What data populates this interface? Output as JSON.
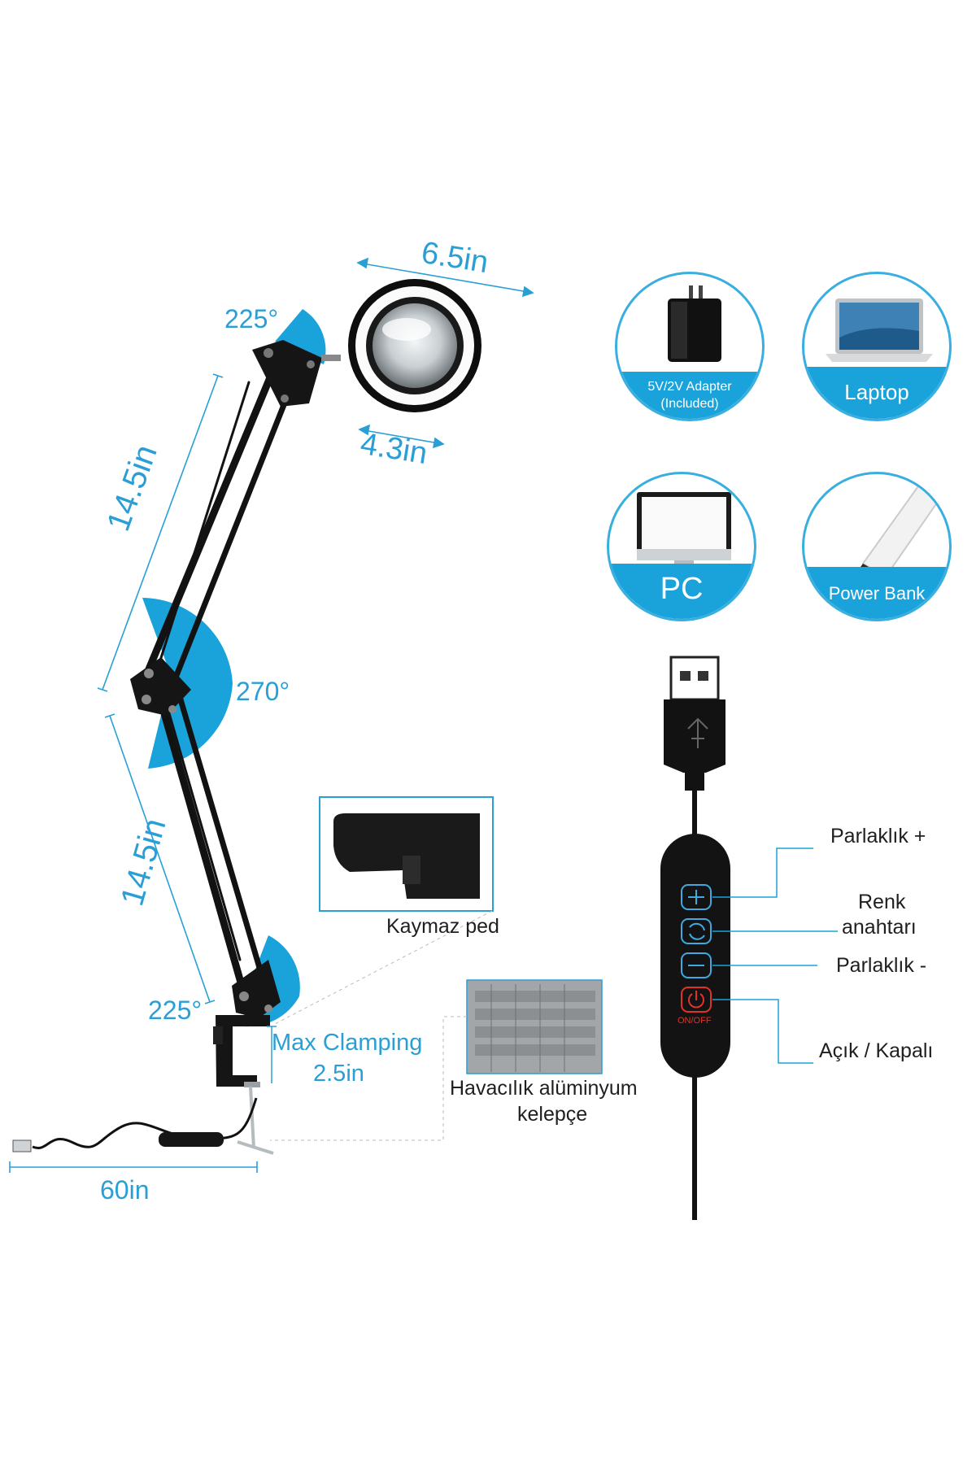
{
  "dimensions": {
    "magnifier_width": "6.5in",
    "lens_width": "4.3in",
    "upper_arm": "14.5in",
    "lower_arm": "14.5in",
    "cable_length": "60in",
    "max_clamping": "Max Clamping",
    "max_clamping_value": "2.5in"
  },
  "angles": {
    "top_joint": "225°",
    "middle_joint": "270°",
    "base_joint": "225°"
  },
  "power_sources": [
    {
      "label": "5V/2V Adapter",
      "label2": "(Included)",
      "icon": "adapter-icon"
    },
    {
      "label": "Laptop",
      "icon": "laptop-icon"
    },
    {
      "label": "PC",
      "icon": "monitor-icon"
    },
    {
      "label": "Power Bank",
      "icon": "power-bank-icon"
    }
  ],
  "controls": {
    "brightness_up": "Parlaklık +",
    "color_switch_line1": "Renk",
    "color_switch_line2": "anahtarı",
    "brightness_down": "Parlaklık -",
    "power": "Açık / Kapalı",
    "onoff_text": "ON/OFF"
  },
  "features": {
    "non_slip_pad": "Kaymaz ped",
    "aluminum_clamp_line1": "Havacılık alüminyum",
    "aluminum_clamp_line2": "kelepçe"
  },
  "colors": {
    "accent": "#1aa3da",
    "accent_light": "#2a9fd6",
    "dark": "#111111",
    "power_red": "#e0322a"
  }
}
